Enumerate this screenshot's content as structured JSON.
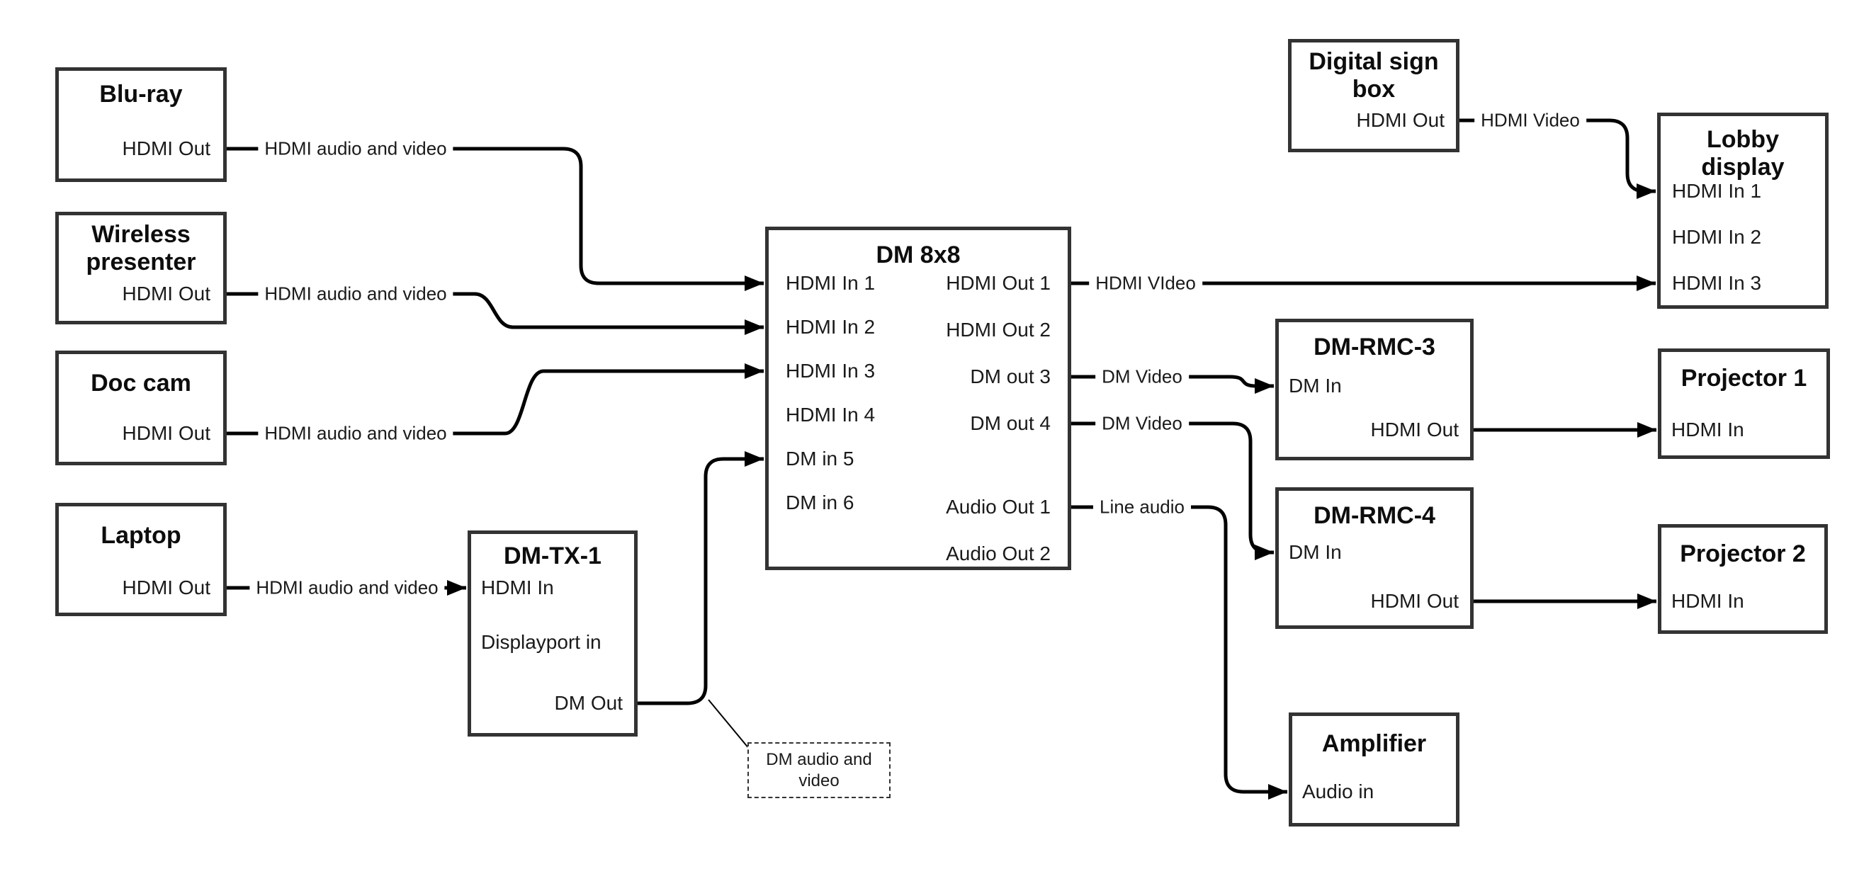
{
  "canvas": {
    "background": "#ffffff",
    "wire_color": "#000000",
    "box_border_color": "#333333",
    "text_color": "#111111"
  },
  "nodes": {
    "bluray": {
      "title": "Blu-ray",
      "ports": {
        "hdmi_out": "HDMI Out"
      }
    },
    "wireless": {
      "title": "Wireless\npresenter",
      "ports": {
        "hdmi_out": "HDMI Out"
      }
    },
    "doccam": {
      "title": "Doc cam",
      "ports": {
        "hdmi_out": "HDMI Out"
      }
    },
    "laptop": {
      "title": "Laptop",
      "ports": {
        "hdmi_out": "HDMI Out"
      }
    },
    "dmtx1": {
      "title": "DM-TX-1",
      "ports": {
        "hdmi_in": "HDMI In",
        "dp_in": "Displayport in",
        "dm_out": "DM Out"
      }
    },
    "dm8x8": {
      "title": "DM 8x8",
      "ports": {
        "in1": "HDMI In 1",
        "in2": "HDMI In 2",
        "in3": "HDMI In 3",
        "in4": "HDMI In 4",
        "in5": "DM in 5",
        "in6": "DM in 6",
        "out1": "HDMI Out 1",
        "out2": "HDMI Out 2",
        "out3": "DM out 3",
        "out4": "DM out 4",
        "aout1": "Audio Out 1",
        "aout2": "Audio Out 2"
      }
    },
    "digisign": {
      "title": "Digital sign\nbox",
      "ports": {
        "hdmi_out": "HDMI Out"
      }
    },
    "lobby": {
      "title": "Lobby\ndisplay",
      "ports": {
        "in1": "HDMI In 1",
        "in2": "HDMI In 2",
        "in3": "HDMI In 3"
      }
    },
    "dmrmc3": {
      "title": "DM-RMC-3",
      "ports": {
        "dm_in": "DM In",
        "hdmi_out": "HDMI Out"
      }
    },
    "proj1": {
      "title": "Projector 1",
      "ports": {
        "hdmi_in": "HDMI In"
      }
    },
    "dmrmc4": {
      "title": "DM-RMC-4",
      "ports": {
        "dm_in": "DM In",
        "hdmi_out": "HDMI Out"
      }
    },
    "proj2": {
      "title": "Projector 2",
      "ports": {
        "hdmi_in": "HDMI In"
      }
    },
    "amp": {
      "title": "Amplifier",
      "ports": {
        "audio_in": "Audio in"
      }
    }
  },
  "wire_labels": {
    "hdmi_av": "HDMI audio and video",
    "hdmi_video_caps": "HDMI VIdeo",
    "hdmi_video": "HDMI Video",
    "dm_video": "DM Video",
    "line_audio": "Line audio"
  },
  "annotation": "DM audio and\nvideo"
}
